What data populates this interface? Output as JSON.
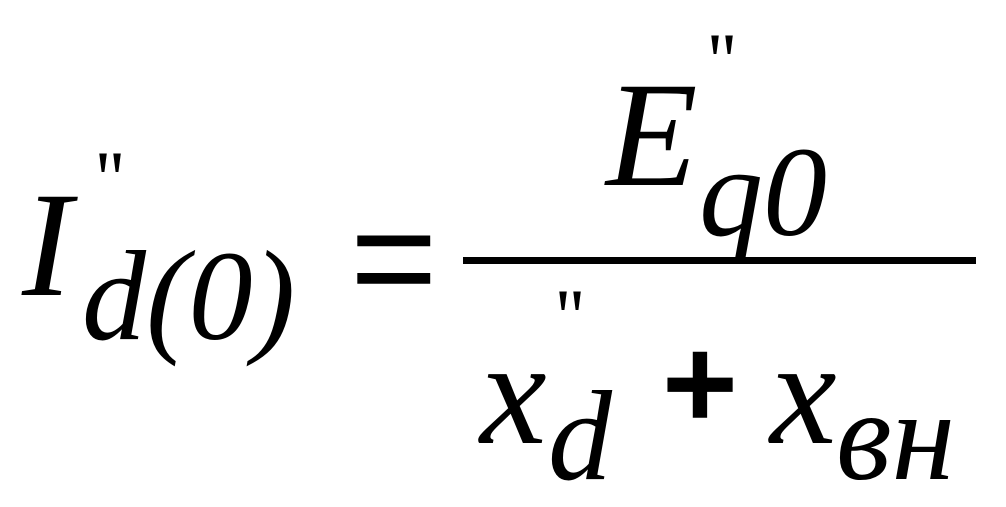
{
  "formula": {
    "lhs": {
      "symbol": "I",
      "prime": "''",
      "subscript": "d(0)"
    },
    "equals": "=",
    "numerator": {
      "symbol": "E",
      "prime": "''",
      "subscript": "q0"
    },
    "denominator": {
      "term1": {
        "symbol": "x",
        "prime": "''",
        "subscript": "d"
      },
      "operator": "+",
      "term2": {
        "symbol": "x",
        "subscript": "вн"
      }
    }
  }
}
